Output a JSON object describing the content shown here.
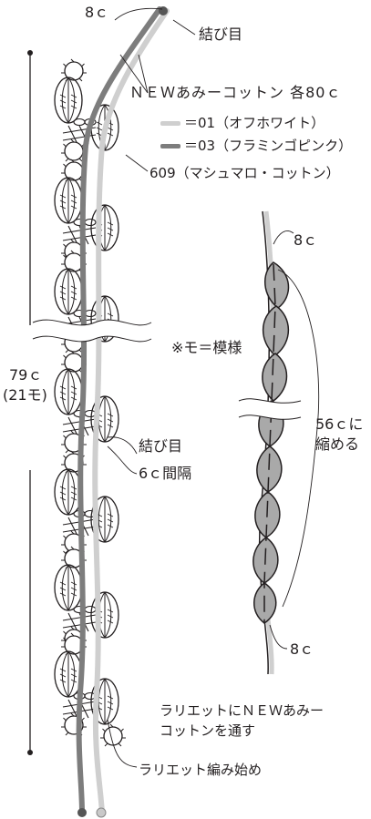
{
  "labels": {
    "top_8c": "8ｃ",
    "knot_top": "結び目",
    "yarn_name": "ＮＥＷあみーコットン 各80ｃ",
    "legend_01": "＝01（オフホワイト）",
    "legend_03": "＝03（フラミンゴピンク）",
    "label_609": "609（マシュマロ・コットン）",
    "right_8c_top": "8ｃ",
    "pattern_note": "※モ＝模様",
    "length_79c": "79ｃ",
    "length_21mo": "(21モ)",
    "reduce_56c": "56ｃに",
    "reduce_note": "縮める",
    "knot_mid": "結び目",
    "interval_6c": "6ｃ間隔",
    "right_8c_bottom": "8ｃ",
    "thread_note_1": "ラリエットにＮＥＷあみー",
    "thread_note_2": "コットンを通す",
    "start_note": "ラリエット編み始め"
  },
  "colors": {
    "off_white": "#cfcfcf",
    "flamingo_pink": "#7d7d7d",
    "motif_fill": "#a9a9a9",
    "line": "#231f20"
  }
}
